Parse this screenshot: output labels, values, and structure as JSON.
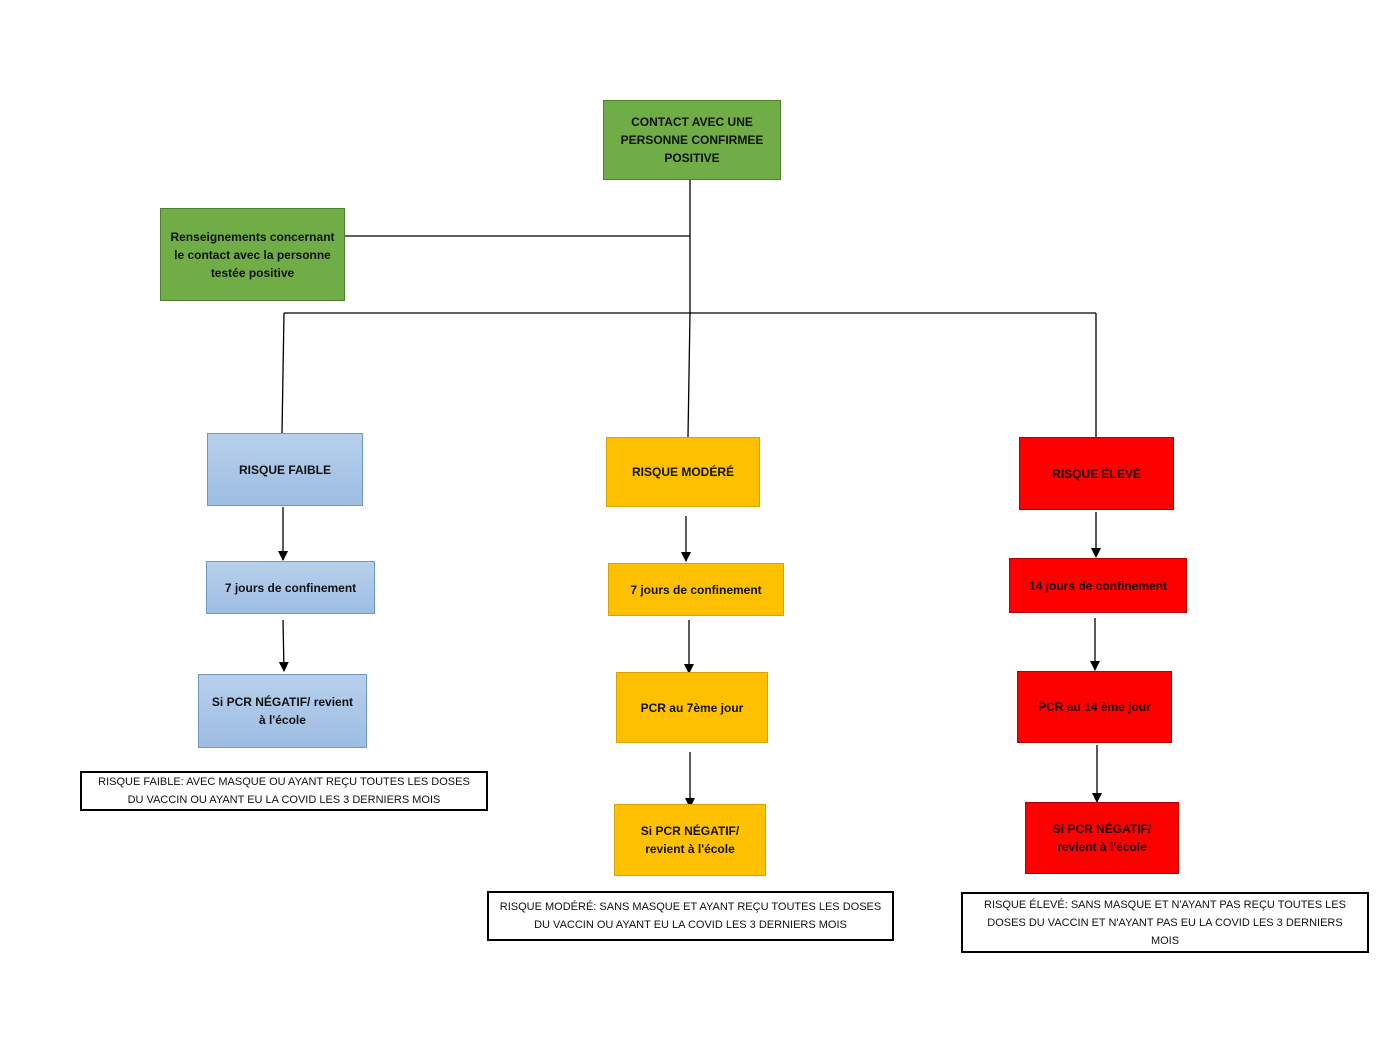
{
  "root": {
    "title": "CONTACT AVEC UNE PERSONNE CONFIRMEE POSITIVE"
  },
  "info": {
    "text": "Renseignements concernant le contact avec la personne testée positive"
  },
  "branches": {
    "low": {
      "title": "RISQUE FAIBLE",
      "step1": "7 jours de confinement",
      "step2": "Si PCR NÉGATIF/ revient à l'école",
      "note": "RISQUE FAIBLE: AVEC MASQUE OU AYANT REÇU TOUTES LES DOSES DU VACCIN OU AYANT EU LA COVID LES 3 DERNIERS MOIS",
      "color": "#9dc3e6"
    },
    "moderate": {
      "title": "RISQUE MODÉRÉ",
      "step1": "7 jours de confinement",
      "step2": "PCR au 7ème  jour",
      "step3": "Si PCR NÉGATIF/ revient à l'école",
      "note": "RISQUE MODÉRÉ: SANS MASQUE ET AYANT REÇU TOUTES LES DOSES DU VACCIN OU AYANT EU LA COVID LES 3 DERNIERS MOIS",
      "color": "#ffc000"
    },
    "high": {
      "title": "RISQUE ÉLEVÉ",
      "step1": "14 jours de confinement",
      "step2": "PCR au 14 ème  jour",
      "step3": "Si PCR NÉGATIF/ revient à l'école",
      "note": "RISQUE ÉLEVÉ: SANS MASQUE ET N'AYANT PAS REÇU TOUTES LES DOSES DU VACCIN ET N'AYANT PAS EU LA COVID LES 3 DERNIERS MOIS",
      "color": "#ff0000"
    }
  }
}
